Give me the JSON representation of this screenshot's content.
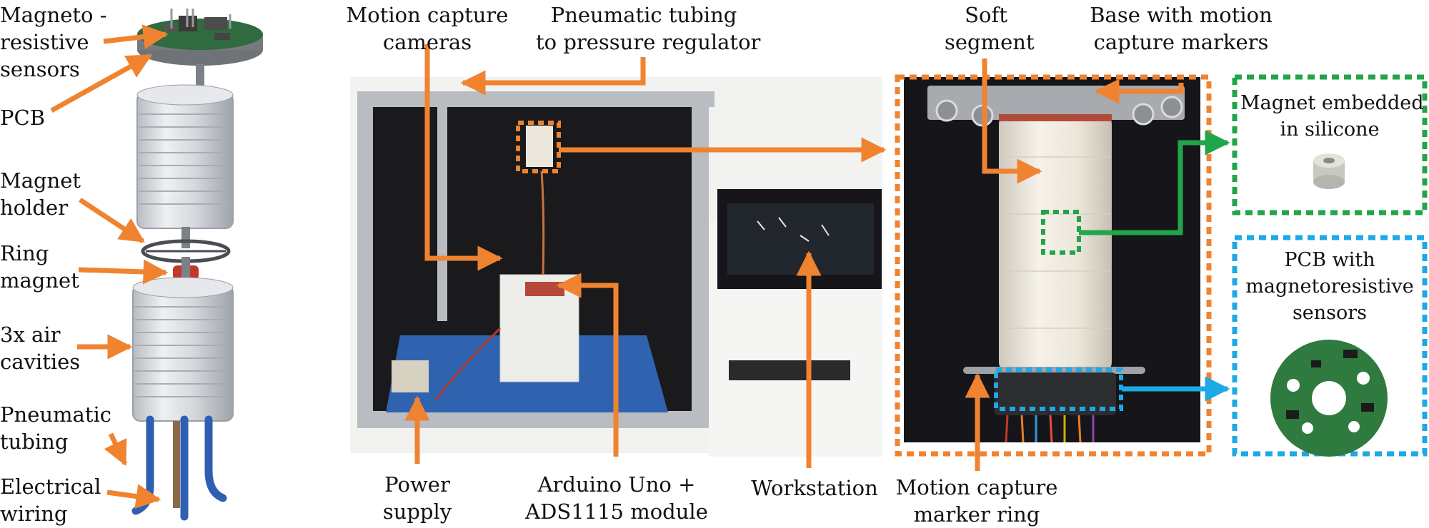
{
  "colors": {
    "orange": "#f08330",
    "green": "#22a54a",
    "blue": "#1da9e6",
    "dark": "#16161a",
    "aluminum": "#b9bcc0",
    "silicone": "#ece7dc"
  },
  "left_labels": {
    "sensors": [
      "Magneto -",
      "resistive",
      "sensors"
    ],
    "pcb": "PCB",
    "magnet_holder": [
      "Magnet",
      "holder"
    ],
    "ring_magnet": [
      "Ring",
      "magnet"
    ],
    "air_cavities": [
      "3x air",
      "cavities"
    ],
    "tubing": [
      "Pneumatic",
      "tubing"
    ],
    "wiring": [
      "Electrical",
      "wiring"
    ]
  },
  "setup_labels": {
    "cameras": [
      "Motion capture",
      "cameras"
    ],
    "pneumatic": [
      "Pneumatic tubing",
      "to pressure regulator"
    ],
    "power": [
      "Power",
      "supply"
    ],
    "arduino": [
      "Arduino Uno +",
      "ADS1115 module"
    ],
    "workstation": "Workstation"
  },
  "segment_labels": {
    "soft": [
      "Soft",
      "segment"
    ],
    "base": [
      "Base with motion",
      "capture markers"
    ],
    "marker_ring": [
      "Motion capture",
      "marker ring"
    ]
  },
  "insets": {
    "magnet": [
      "Magnet embedded",
      "in silicone"
    ],
    "pcb": [
      "PCB with",
      "magnetoresistive",
      "sensors"
    ]
  }
}
